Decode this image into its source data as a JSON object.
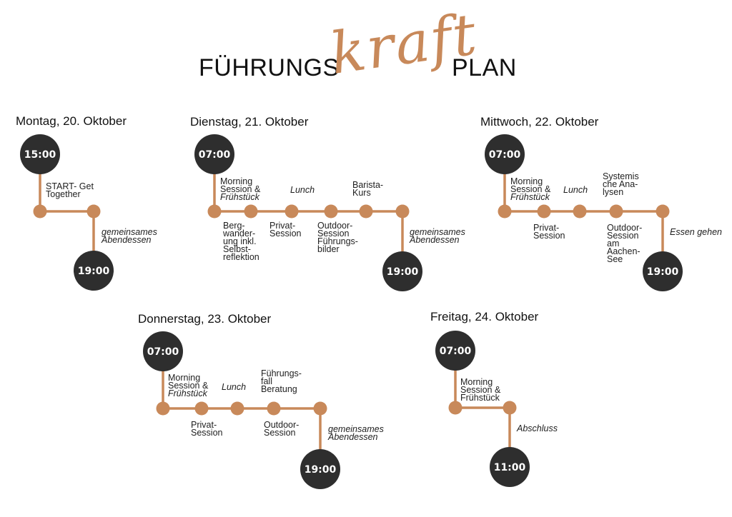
{
  "title": {
    "left": "FÜHRUNGS",
    "script": "kraft",
    "right": "PLAN"
  },
  "colors": {
    "accent": "#c8895a",
    "circle": "#2e2e2e",
    "text": "#1e1e1e"
  },
  "days": [
    {
      "title": "Montag, 20. Oktober",
      "start": "15:00",
      "end": "19:00",
      "labels": [
        "START- Get\nTogether",
        "gemeinsames\nAbendessen"
      ]
    },
    {
      "title": "Dienstag, 21. Oktober",
      "start": "07:00",
      "end": "19:00",
      "labels": [
        "Morning\nSession &",
        "Frühstück",
        "Lunch",
        "Barista-\nKurs",
        "Berg-\nwander-\nung inkl.\nSelbst-\nreflektion",
        "Privat-\nSession",
        "Outdoor-\nSession\nFührungs-\nbilder",
        "gemeinsames\nAbendessen"
      ]
    },
    {
      "title": "Mittwoch, 22. Oktober",
      "start": "07:00",
      "end": "19:00",
      "labels": [
        "Morning\nSession &",
        "Frühstück",
        "Lunch",
        "Systemis\nche Ana-\nlysen",
        "Privat-\nSession",
        "Outdoor-\nSession\nam\nAachen-\nSee",
        "Essen gehen"
      ]
    },
    {
      "title": "Donnerstag, 23. Oktober",
      "start": "07:00",
      "end": "19:00",
      "labels": [
        "Morning\nSession &",
        "Frühstück",
        "Lunch",
        "Führungs-\nfall\nBeratung",
        "Privat-\nSession",
        "Outdoor-\nSession",
        "gemeinsames\nAbendessen"
      ]
    },
    {
      "title": "Freitag, 24. Oktober",
      "start": "07:00",
      "end": "11:00",
      "labels": [
        "Morning\nSession &\nFrühstück",
        "Abschluss"
      ]
    }
  ]
}
